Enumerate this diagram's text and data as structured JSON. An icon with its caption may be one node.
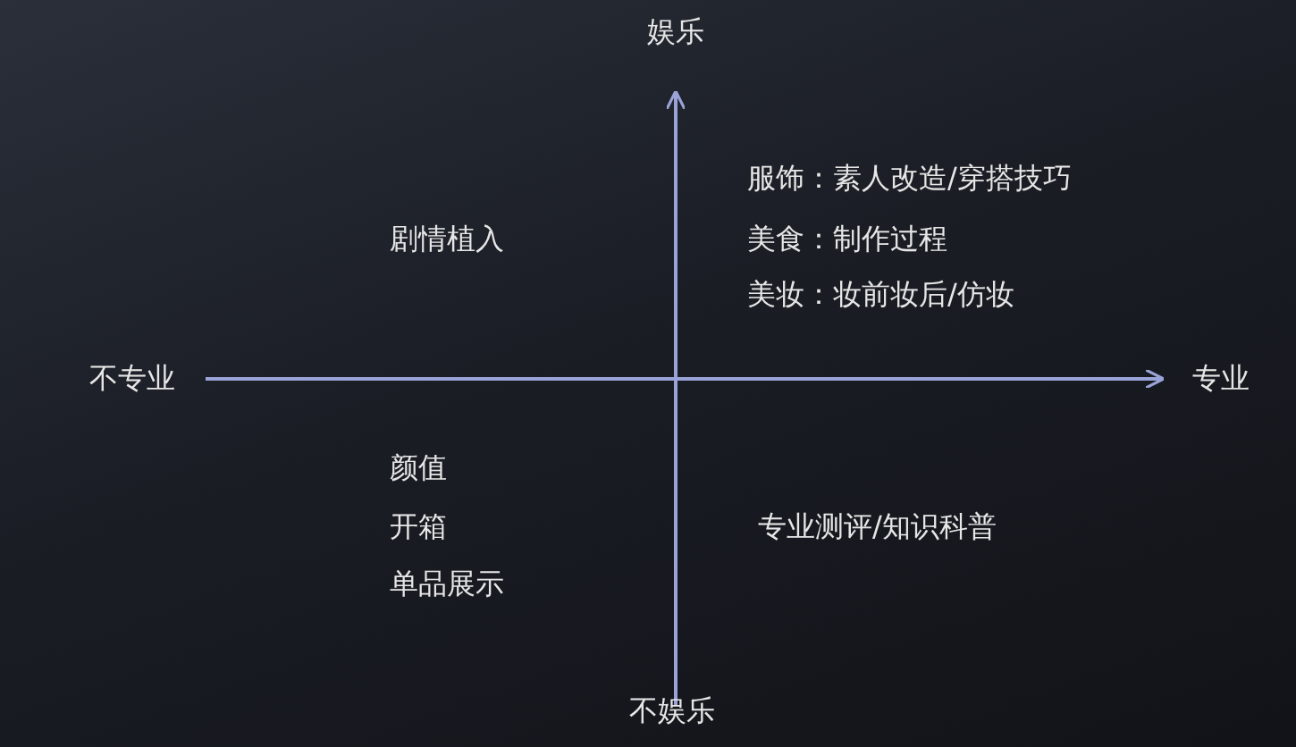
{
  "diagram": {
    "labels": [
      "娱乐",
      "服饰：素人改造/穿搭技巧",
      "剧情植入",
      "美食：制作过程",
      "美妆：妆前妆后/仿妆",
      "不专业",
      "专业",
      "颜值",
      "开箱",
      "专业测评/知识科普",
      "单品展示",
      "不娱乐"
    ]
  }
}
